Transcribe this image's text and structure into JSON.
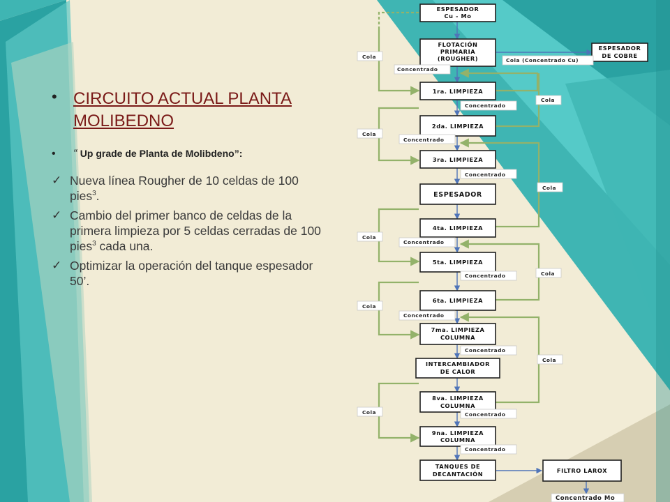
{
  "slide": {
    "title": "CIRCUITO ACTUAL PLANTA MOLIBEDNO",
    "subtitle_prefix": "“ ",
    "subtitle": "Up grade de Planta de Molibdeno",
    "subtitle_suffix": "”:",
    "bullets": [
      {
        "text": "Nueva línea Rougher de 10 celdas de 100 pies",
        "sup": "3",
        "tail": "."
      },
      {
        "text": "Cambio del primer banco de celdas de la primera limpieza por 5 celdas cerradas de 100 pies",
        "sup": "3",
        "tail": " cada una."
      },
      {
        "text": "Optimizar la operación del tanque espesador 50’.",
        "sup": "",
        "tail": ""
      }
    ]
  },
  "diagram": {
    "boxes": {
      "espesador_cumo": [
        "ESPESADOR",
        "Cu - Mo"
      ],
      "flotacion": [
        "FLOTACIÓN",
        "PRIMARIA",
        "(ROUGHER)"
      ],
      "espesador_cobre": [
        "ESPESADOR",
        "DE COBRE"
      ],
      "limpieza1": [
        "1ra. LIMPIEZA"
      ],
      "limpieza2": [
        "2da. LIMPIEZA"
      ],
      "limpieza3": [
        "3ra. LIMPIEZA"
      ],
      "espesador": [
        "ESPESADOR"
      ],
      "limpieza4": [
        "4ta. LIMPIEZA"
      ],
      "limpieza5": [
        "5ta. LIMPIEZA"
      ],
      "limpieza6": [
        "6ta. LIMPIEZA"
      ],
      "limpieza7": [
        "7ma. LIMPIEZA",
        "COLUMNA"
      ],
      "intercambiador": [
        "INTERCAMBIADOR",
        "DE CALOR"
      ],
      "limpieza8": [
        "8va. LIMPIEZA",
        "COLUMNA"
      ],
      "limpieza9": [
        "9na. LIMPIEZA",
        "COLUMNA"
      ],
      "tanques": [
        "TANQUES DE",
        "DECANTACIÓN"
      ],
      "filtro": [
        "FILTRO LAROX"
      ]
    },
    "tags": {
      "cola": "Cola",
      "concentrado": "Concentrado",
      "cola_cu": "Cola (Concentrado Cu)",
      "concentrado_mo": "Concentrado Mo"
    }
  }
}
